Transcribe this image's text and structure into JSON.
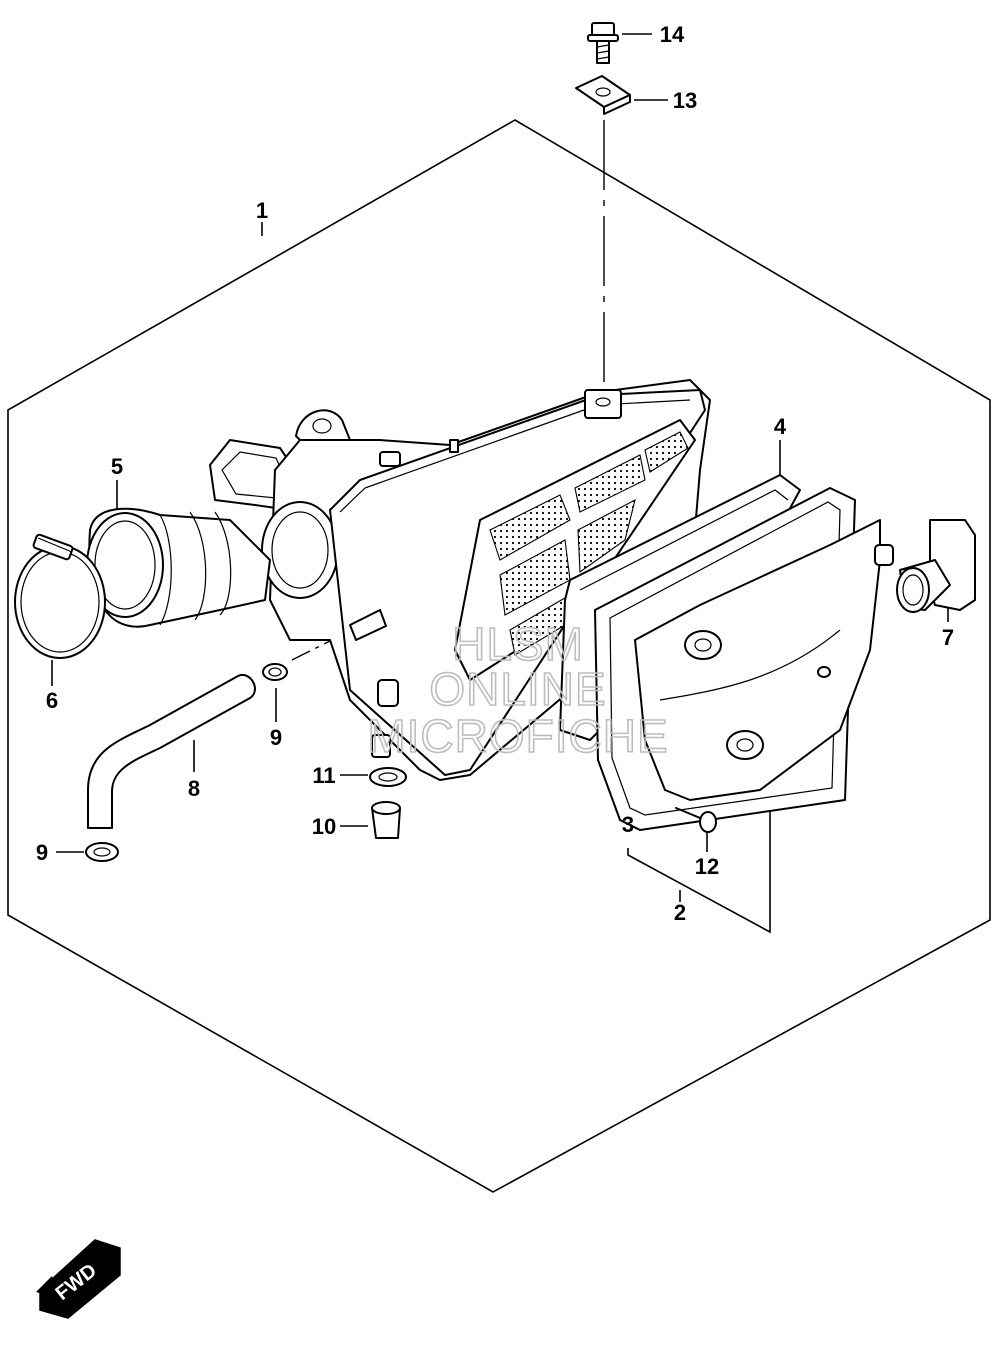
{
  "callouts": [
    {
      "id": "c1",
      "label": "1"
    },
    {
      "id": "c2",
      "label": "2"
    },
    {
      "id": "c3",
      "label": "3"
    },
    {
      "id": "c4",
      "label": "4"
    },
    {
      "id": "c5",
      "label": "5"
    },
    {
      "id": "c6",
      "label": "6"
    },
    {
      "id": "c7",
      "label": "7"
    },
    {
      "id": "c8",
      "label": "8"
    },
    {
      "id": "c9a",
      "label": "9"
    },
    {
      "id": "c9b",
      "label": "9"
    },
    {
      "id": "c10",
      "label": "10"
    },
    {
      "id": "c11",
      "label": "11"
    },
    {
      "id": "c12",
      "label": "12"
    },
    {
      "id": "c13",
      "label": "13"
    },
    {
      "id": "c14",
      "label": "14"
    }
  ],
  "watermark": {
    "line1": "HLSM",
    "line2": "ONLINE",
    "line3": "MICROFICHE"
  },
  "direction": {
    "label": "FWD"
  }
}
